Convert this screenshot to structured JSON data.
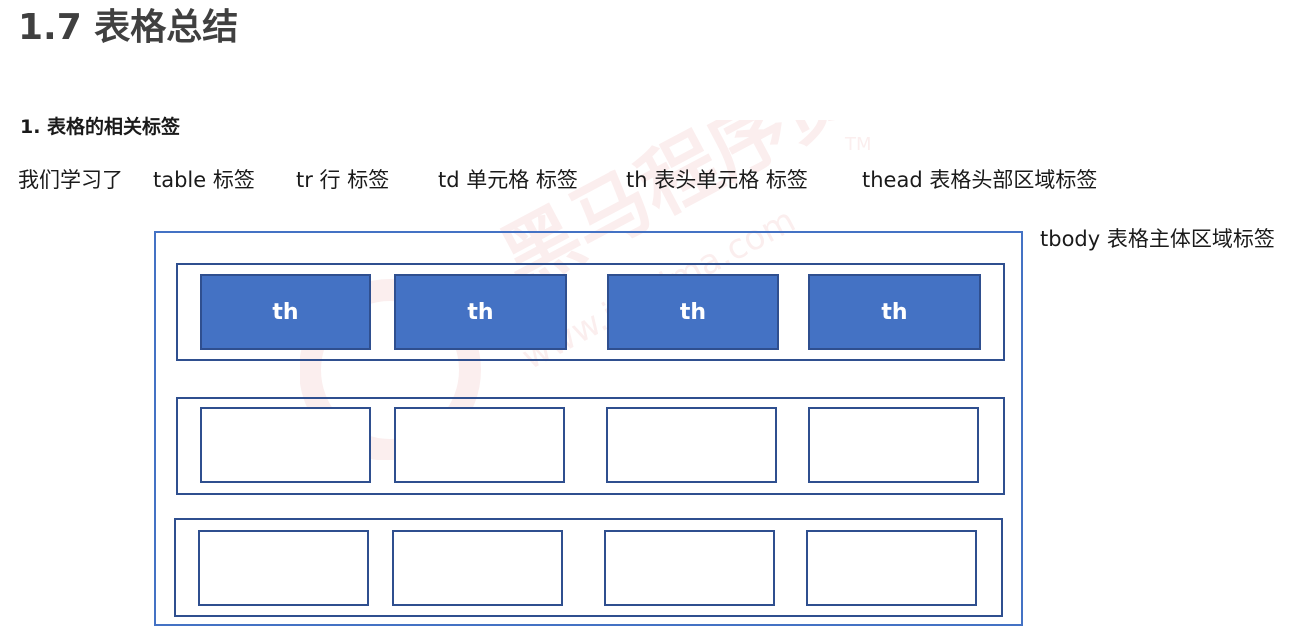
{
  "title": "1.7 表格总结",
  "section": {
    "heading": "1.   表格的相关标签"
  },
  "intro": {
    "lead": "我们学习了",
    "items": [
      "table 标签",
      "tr 行 标签",
      "td 单元格 标签",
      "th 表头单元格 标签",
      "thead 表格头部区域标签"
    ],
    "tbody": "tbody 表格主体区域标签"
  },
  "diagram": {
    "header_cells": [
      "th",
      "th",
      "th",
      "th"
    ],
    "body_rows": 2,
    "cells_per_row": 4
  },
  "watermark": {
    "brand": "黑马程序员",
    "trademark": "TM",
    "url": "www.itheima.com"
  },
  "colors": {
    "accent": "#4472c4",
    "border_dark": "#2f4f8f",
    "title_gray": "#404040"
  }
}
